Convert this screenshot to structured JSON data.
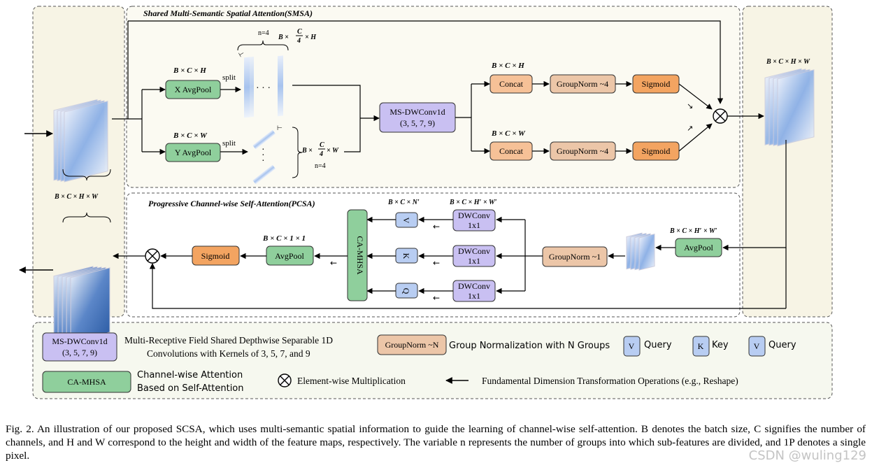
{
  "smsa": {
    "title": "Shared Multi-Semantic Spatial Attention(SMSA)",
    "x_avgpool": "X AvgPool",
    "y_avgpool": "Y AvgPool",
    "bch": "B × C × H",
    "bcw": "B × C × W",
    "split": "split",
    "n4": "n=4",
    "frac_prefix": "B ×",
    "frac_num": "C",
    "frac_den": "4",
    "frac_suffix_h": "× H",
    "frac_suffix_w": "× W",
    "dots_h": "· · ·",
    "ms_dwconv_line1": "MS-DWConv1d",
    "ms_dwconv_line2": "(3, 5, 7, 9)",
    "concat": "Concat",
    "groupnorm4": "GroupNorm ~4",
    "sigmoid": "Sigmoid",
    "bchw_out": "B × C × H × W"
  },
  "pcsa": {
    "title": "Progressive Channel-wise Self-Attention(PCSA)",
    "bchw_in": "B × C × H × W",
    "bcn": "B × C × N′",
    "bchw_prime": "B × C × H′ × W′",
    "bchw_prime2": "B × C × H′ × W′",
    "bc11": "B × C × 1 × 1",
    "ca_mhsa": "CA-MHSA",
    "v": "V",
    "k": "K",
    "q": "Q",
    "dwconv_line1": "DWConv",
    "dwconv_line2": "1x1",
    "groupnorm1": "GroupNorm ~1",
    "avgpool": "AvgPool",
    "sigmoid": "Sigmoid"
  },
  "legend": {
    "ms_box_line1": "MS-DWConv1d",
    "ms_box_line2": "(3, 5, 7, 9)",
    "ms_desc_line1": "Multi-Receptive Field Shared Depthwise Separable 1D",
    "ms_desc_line2": "Convolutions with Kernels of 3, 5, 7, and 9",
    "gn_box": "GroupNorm ~N",
    "gn_desc": "Group Normalization with N Groups",
    "v_box": "V",
    "v_desc": "Query",
    "k_box": "K",
    "k_desc": "Key",
    "v2_box": "V",
    "v2_desc": "Query",
    "ca_box": "CA-MHSA",
    "ca_desc_line1": "Channel-wise Attention",
    "ca_desc_line2": "Based on Self-Attention",
    "mult_desc": "Element-wise Multiplication",
    "arrow_desc": "Fundamental Dimension Transformation Operations (e.g., Reshape)"
  },
  "caption": "Fig. 2.  An illustration of our proposed SCSA, which uses multi-semantic spatial information to guide the learning of channel-wise self-attention. B denotes the batch size, C signifies the number of channels, and H and W correspond to the height and width of the feature maps, respectively. The variable n represents the number of groups into which sub-features are divided, and 1P denotes a single pixel.",
  "watermark": "CSDN @wuling129",
  "colors": {
    "green_box": "#8fcf9c",
    "purple_box": "#c9c0f2",
    "orange_box": "#f6c197",
    "tan_box": "#ecc6a8",
    "sigmoid_box": "#f3a461",
    "blue_box": "#b8cdf2",
    "side_panel": "#f7f4e5"
  }
}
